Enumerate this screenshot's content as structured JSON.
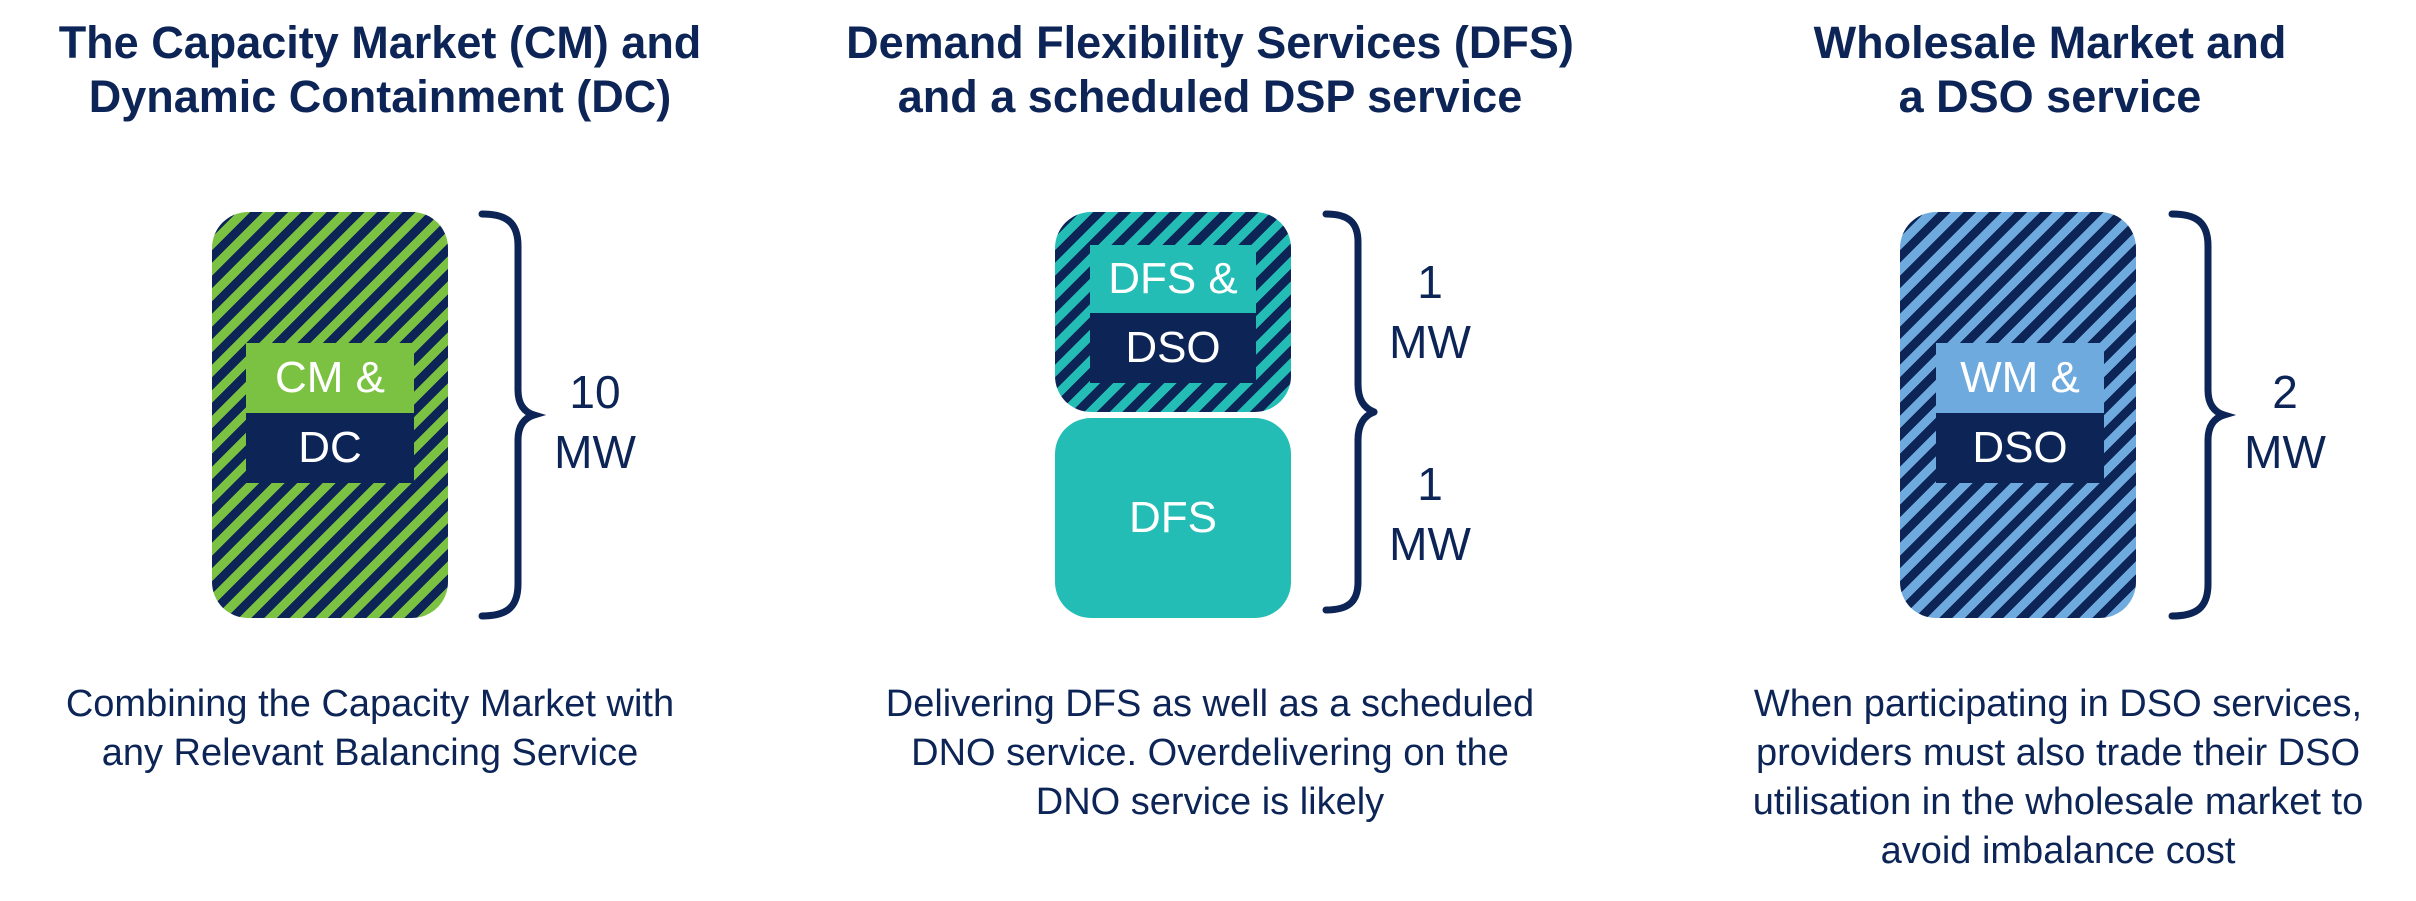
{
  "colors": {
    "navy": "#0c2456",
    "green": "#7cc242",
    "teal": "#23bdb6",
    "light_blue": "#6eaadd"
  },
  "panels": [
    {
      "title": [
        "The Capacity Market (CM) and",
        "Dynamic Containment (DC)"
      ],
      "block_label_top": "CM &",
      "block_label_bottom": "DC",
      "capacity": [
        "10",
        "MW"
      ],
      "caption": [
        "Combining the Capacity Market with",
        "any Relevant Balancing Service"
      ]
    },
    {
      "title": [
        "Demand Flexibility Services (DFS)",
        "and a scheduled DSP service"
      ],
      "upper_block_label_top": "DFS &",
      "upper_block_label_bottom": "DSO",
      "lower_block_label": "DFS",
      "upper_capacity": [
        "1",
        "MW"
      ],
      "lower_capacity": [
        "1",
        "MW"
      ],
      "caption": [
        "Delivering DFS as well as a scheduled",
        "DNO service. Overdelivering on the",
        "DNO service is likely"
      ]
    },
    {
      "title": [
        "Wholesale Market and",
        "a DSO service"
      ],
      "block_label_top": "WM &",
      "block_label_bottom": "DSO",
      "capacity": [
        "2",
        "MW"
      ],
      "caption": [
        "When participating in DSO services,",
        "providers must also trade their DSO",
        "utilisation in the wholesale market to",
        "avoid imbalance cost"
      ]
    }
  ]
}
